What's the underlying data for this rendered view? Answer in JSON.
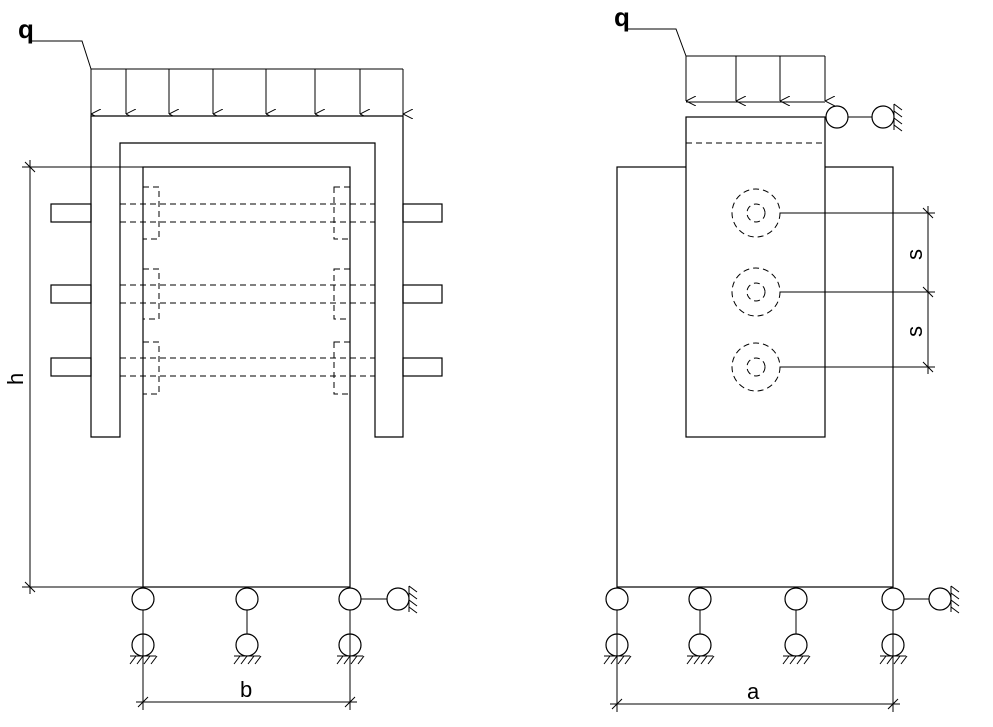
{
  "figure": {
    "side_view": {
      "load_label": "q",
      "height_label": "h",
      "width_label": "b"
    },
    "front_view": {
      "load_label": "q",
      "spacing_label_top": "s",
      "spacing_label_bottom": "s",
      "width_label": "a"
    },
    "colors": {
      "line": "#000000",
      "background": "#ffffff"
    },
    "icons": [
      "pin-support-icon",
      "roller-support-icon",
      "distributed-load-arrow-icon",
      "bolt-hole-icon"
    ]
  }
}
